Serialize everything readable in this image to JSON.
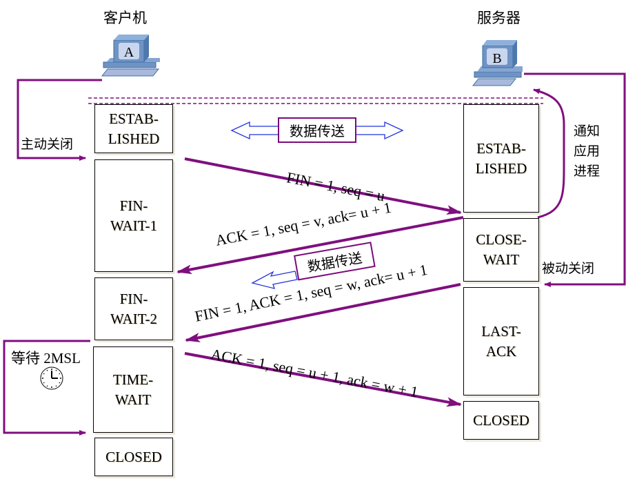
{
  "hosts": {
    "client": {
      "title": "客户机",
      "label": "A"
    },
    "server": {
      "title": "服务器",
      "label": "B"
    }
  },
  "colors": {
    "arrow": "#7f0f7f",
    "data_arrow": "#2233dd",
    "computer_face": "#6f93c4",
    "computer_screen": "#c9d6ee"
  },
  "client_states": [
    {
      "label": "ESTAB-\nLISHED",
      "line1": "ESTAB-",
      "line2": "LISHED"
    },
    {
      "label": "FIN-\nWAIT-1",
      "line1": "FIN-",
      "line2": "WAIT-1"
    },
    {
      "label": "FIN-\nWAIT-2",
      "line1": "FIN-",
      "line2": "WAIT-2"
    },
    {
      "label": "TIME-\nWAIT",
      "line1": "TIME-",
      "line2": "WAIT"
    },
    {
      "label": "CLOSED",
      "line1": "CLOSED",
      "line2": ""
    }
  ],
  "server_states": [
    {
      "line1": "ESTAB-",
      "line2": "LISHED"
    },
    {
      "line1": "CLOSE-",
      "line2": "WAIT"
    },
    {
      "line1": "LAST-",
      "line2": "ACK"
    },
    {
      "line1": "CLOSED",
      "line2": ""
    }
  ],
  "annotations": {
    "active_close": "主动关闭",
    "passive_close": "被动关闭",
    "notify_app": [
      "通知",
      "应用",
      "进程"
    ],
    "wait_2msl": "等待 2MSL",
    "clock_icon": "clock-icon"
  },
  "data_transfer": {
    "bidirectional_label": "数据传送",
    "server_to_client_label": "数据传送"
  },
  "segments": [
    {
      "from": "A",
      "to": "B",
      "label": "FIN = 1, seq = u"
    },
    {
      "from": "B",
      "to": "A",
      "label": "ACK = 1, seq = v, ack= u + 1"
    },
    {
      "from": "B",
      "to": "A",
      "label": "FIN = 1, ACK = 1, seq = w, ack= u + 1"
    },
    {
      "from": "A",
      "to": "B",
      "label": "ACK = 1, seq = u + 1, ack = w + 1"
    }
  ]
}
